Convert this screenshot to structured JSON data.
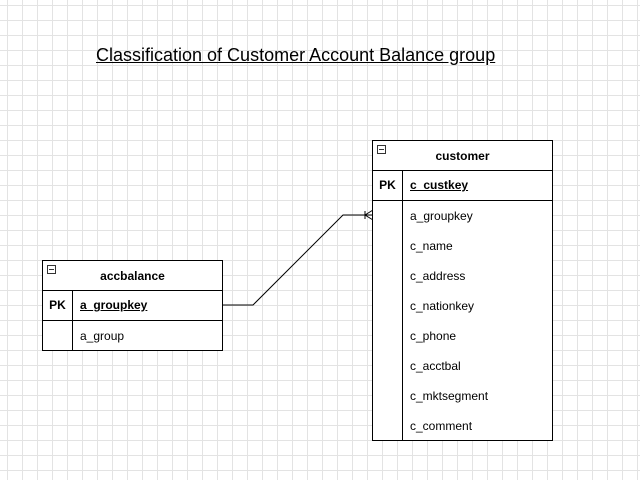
{
  "diagram": {
    "title": "Classification of Customer Account Balance group",
    "entities": {
      "accbalance": {
        "name": "accbalance",
        "pk_label": "PK",
        "pk_field": "a_groupkey",
        "attributes": [
          "a_group"
        ]
      },
      "customer": {
        "name": "customer",
        "pk_label": "PK",
        "pk_field": "c_custkey",
        "attributes": [
          "a_groupkey",
          "c_name",
          "c_address",
          "c_nationkey",
          "c_phone",
          "c_acctbal",
          "c_mktsegment",
          "c_comment"
        ]
      }
    },
    "relationship": {
      "from": "accbalance.a_groupkey",
      "to": "customer.a_groupkey",
      "end_notation": "one-or-many"
    }
  }
}
